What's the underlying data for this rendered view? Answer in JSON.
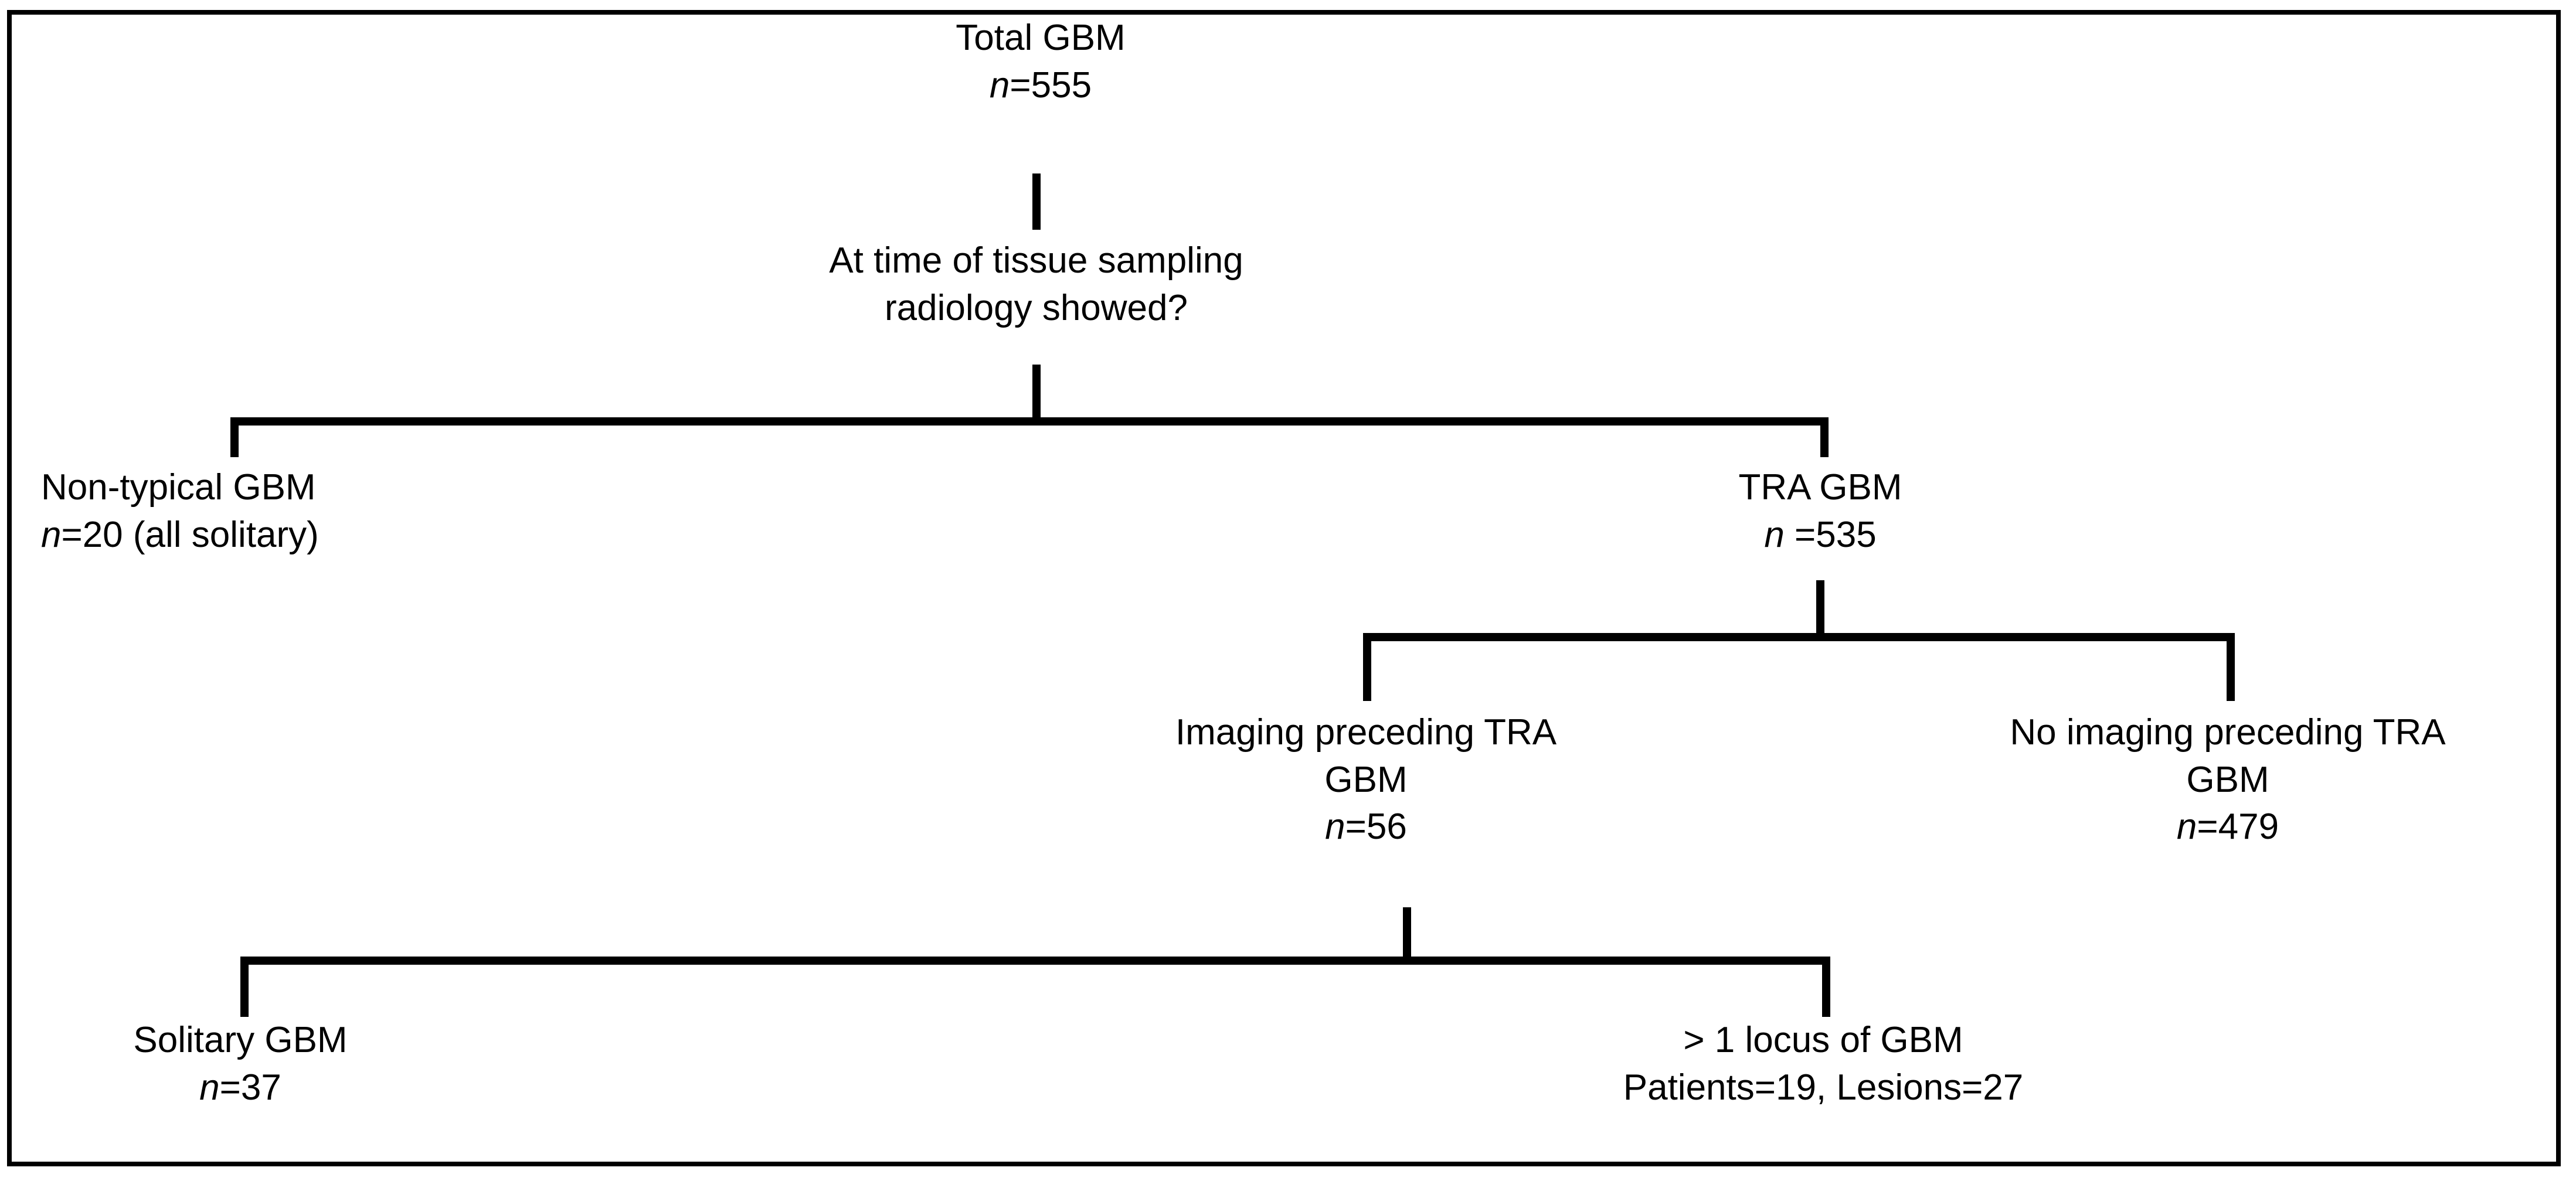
{
  "figure": {
    "kind": "flowchart",
    "title": "GBM cohort selection flowchart",
    "border_color": "#000000",
    "line_color": "#000000",
    "background": "#ffffff"
  },
  "nodes": {
    "total": {
      "name": "Total GBM",
      "label": "Total GBM",
      "n_prefix": "n",
      "n_value": "=555"
    },
    "decision": {
      "name": "At time of tissue sampling radiology showed?",
      "line1": "At time of tissue sampling",
      "line2": "radiology showed?"
    },
    "non_typical": {
      "label": "Non-typical GBM",
      "n_prefix": "n",
      "n_value": "=20 (all solitary)"
    },
    "tra": {
      "label": "TRA GBM",
      "n_prefix": "n",
      "n_value": " =535"
    },
    "imaging_preceding": {
      "line1": "Imaging preceding TRA",
      "line2": "GBM",
      "n_prefix": "n",
      "n_value": "=56"
    },
    "no_imaging_preceding": {
      "line1": "No imaging preceding TRA",
      "line2": "GBM",
      "n_prefix": "n",
      "n_value": "=479"
    },
    "solitary": {
      "label": "Solitary GBM",
      "n_prefix": "n",
      "n_value": "=37"
    },
    "multifocal": {
      "label": "> 1 locus of GBM",
      "counts": "Patients=19, Lesions=27"
    }
  },
  "chart_data": {
    "type": "table",
    "title": "GBM cohort selection flowchart",
    "categories": [
      "Total GBM",
      "Non-typical GBM",
      "TRA GBM",
      "Imaging preceding TRA GBM",
      "No imaging preceding TRA GBM",
      "Solitary GBM",
      "> 1 locus of GBM (patients)",
      "> 1 locus of GBM (lesions)"
    ],
    "values": [
      555,
      20,
      535,
      56,
      479,
      37,
      19,
      27
    ],
    "xlabel": "",
    "ylabel": "n"
  }
}
